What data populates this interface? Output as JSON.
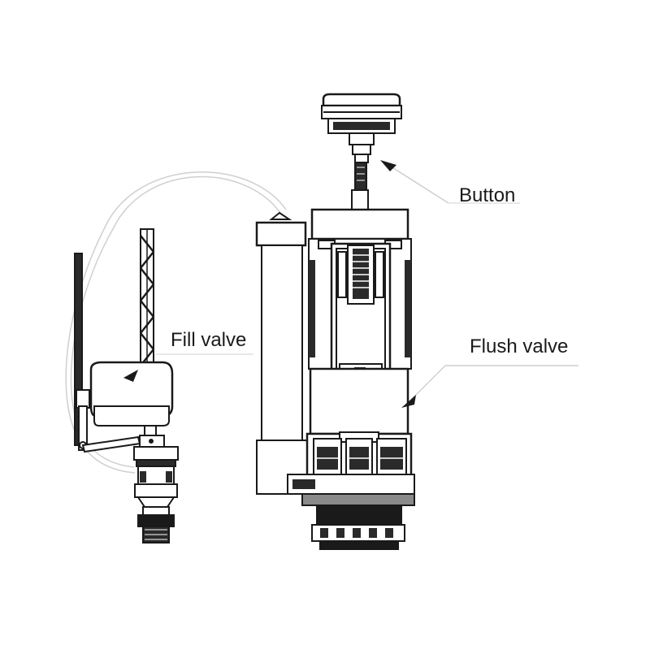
{
  "labels": {
    "button": "Button",
    "fill_valve": "Fill valve",
    "flush_valve": "Flush valve"
  },
  "colors": {
    "ink": "#1a1a1a",
    "paper": "#ffffff",
    "gray": "#8a8a8a"
  }
}
